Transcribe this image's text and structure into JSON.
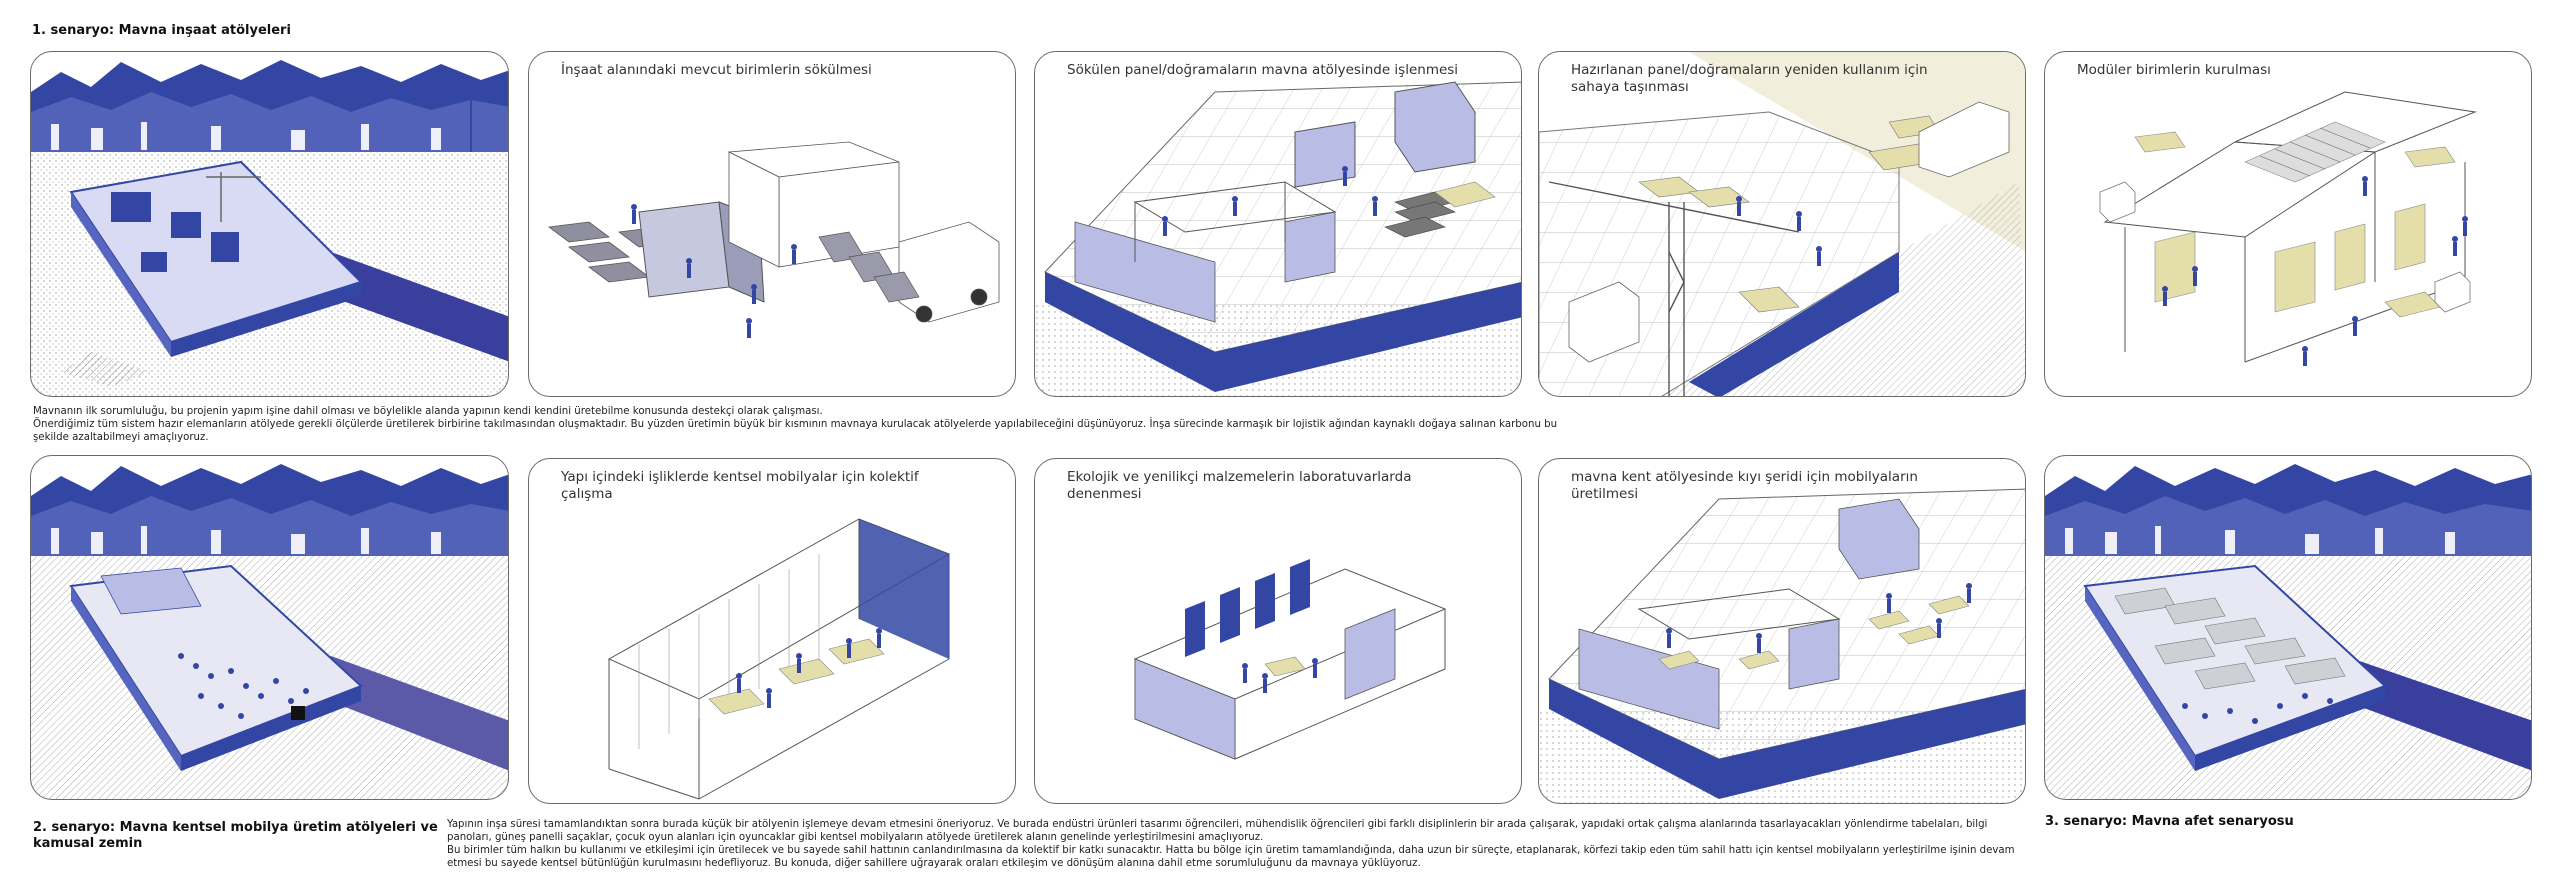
{
  "scenario1": {
    "title": "1. senaryo: Mavna inşaat atölyeleri",
    "panels": [
      {
        "caption": ""
      },
      {
        "caption": "İnşaat alanındaki mevcut birimlerin sökülmesi"
      },
      {
        "caption": "Sökülen panel/doğramaların mavna atölyesinde işlenmesi"
      },
      {
        "caption": "Hazırlanan panel/doğramaların yeniden kullanım için sahaya taşınması"
      },
      {
        "caption": "Modüler birimlerin kurulması"
      }
    ],
    "description": [
      "Mavnanın ilk sorumluluğu, bu projenin yapım işine dahil olması ve böylelikle alanda yapının kendi kendini üretebilme konusunda destekçi olarak çalışması.",
      "Önerdiğimiz tüm sistem hazır elemanların atölyede gerekli ölçülerde üretilerek birbirine takılmasından oluşmaktadır. Bu yüzden üretimin büyük bir kısmının mavnaya kurulacak atölyelerde yapılabileceğini düşünüyoruz. İnşa sürecinde karmaşık bir lojistik ağından kaynaklı doğaya salınan karbonu bu",
      "şekilde azaltabilmeyi amaçlıyoruz."
    ]
  },
  "scenario2": {
    "title": "2. senaryo: Mavna kentsel mobilya üretim atölyeleri ve kamusal zemin",
    "panels": [
      {
        "caption": ""
      },
      {
        "caption": "Yapı içindeki işliklerde kentsel mobilyalar için kolektif çalışma"
      },
      {
        "caption": "Ekolojik ve yenilikçi malzemelerin laboratuvarlarda denenmesi"
      },
      {
        "caption": "mavna kent atölyesinde kıyı şeridi için mobilyaların üretilmesi"
      }
    ],
    "description": [
      "Yapının inşa süresi tamamlandıktan sonra burada küçük bir atölyenin işlemeye devam etmesini öneriyoruz. Ve burada endüstri ürünleri tasarımı öğrencileri, mühendislik öğrencileri gibi farklı disiplinlerin bir arada çalışarak, yapıdaki ortak çalışma alanlarında tasarlayacakları yönlendirme tabelaları, bilgi",
      "panoları, güneş panelli saçaklar, çocuk oyun alanları için oyuncaklar gibi kentsel mobilyaların atölyede üretilerek alanın genelinde yerleştirilmesini amaçlıyoruz.",
      "Bu birimler tüm halkın bu  kullanımı ve etkileşimi için üretilecek ve bu sayede sahil hattının canlandırılmasına da kolektif bir katkı sunacaktır. Hatta bu bölge için üretim tamamlandığında, daha uzun bir süreçte, etaplanarak, körfezi takip eden tüm sahil hattı için kentsel mobilyaların yerleştirilme işinin devam",
      "etmesi bu sayede kentsel bütünlüğün kurulmasını hedefliyoruz. Bu konuda, diğer sahillere uğrayarak oraları etkileşim ve dönüşüm alanına dahil etme sorumluluğunu da mavnaya yüklüyoruz."
    ]
  },
  "scenario3": {
    "title": "3. senaryo: Mavna afet senaryosu",
    "panels": [
      {
        "caption": ""
      }
    ]
  },
  "colors": {
    "blue": "#3346a3",
    "lavender": "#b9bde6",
    "khaki": "#e4deab",
    "line": "#6b6b6b"
  },
  "icons": [
    "mountain-backdrop",
    "barge",
    "crane",
    "worker",
    "truck",
    "container",
    "panel-stack",
    "timber-frame",
    "forklift"
  ]
}
